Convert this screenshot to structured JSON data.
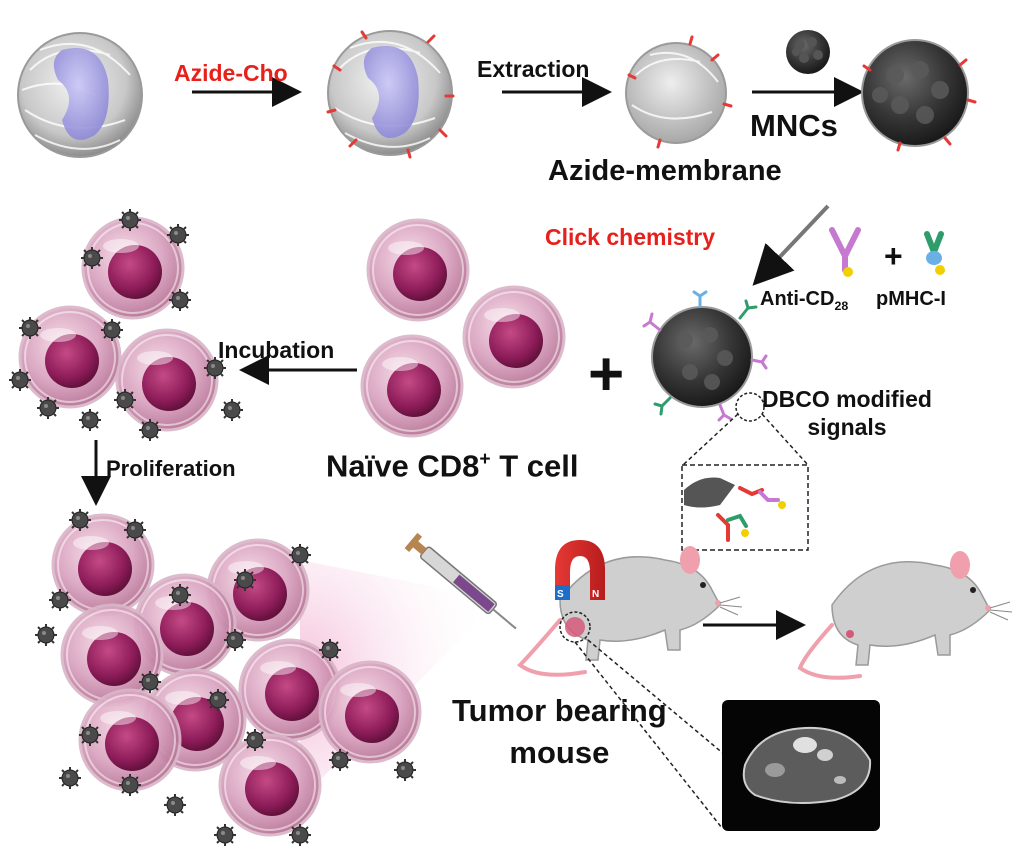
{
  "labels": {
    "azide_cho": "Azide-Cho",
    "extraction": "Extraction",
    "mncs": "MNCs",
    "azide_membrane": "Azide-membrane",
    "click_chemistry": "Click chemistry",
    "anti_cd_prefix": "Anti-CD",
    "anti_cd_sub": "28",
    "pmhc": "pMHC-I",
    "dbco_line1": "DBCO modified",
    "dbco_line2": "signals",
    "incubation": "Incubation",
    "proliferation": "Proliferation",
    "naive_prefix": "Naïve CD8",
    "naive_sup": "+",
    "naive_suffix": " T cell",
    "tumor_line1": "Tumor bearing",
    "tumor_line2": "mouse",
    "plus_sign": "+",
    "magnet_s": "S",
    "magnet_n": "N"
  },
  "colors": {
    "red_label": "#e8201c",
    "cell_pink": "#c9779f",
    "nucleus_magenta": "#8e1d5a",
    "nanocluster_dark": "#3a3a3a",
    "mouse_gray": "#cfcfcf",
    "mouse_pink": "#f0a0ad"
  }
}
